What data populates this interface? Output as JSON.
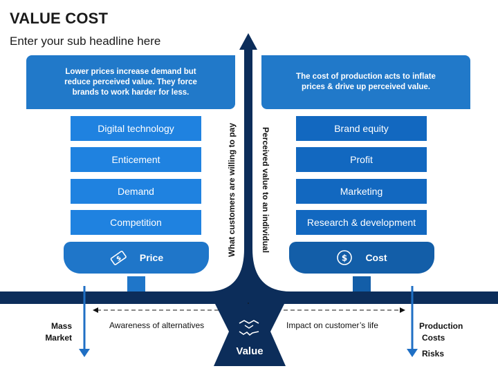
{
  "header": {
    "title": "VALUE COST",
    "subtitle": "Enter your sub headline here"
  },
  "banners": {
    "left": "Lower prices increase demand but reduce perceived value. They force brands to work harder for less.",
    "right": "The cost of production acts to inflate prices & drive up perceived value."
  },
  "left_items": [
    "Digital technology",
    "Enticement",
    "Demand",
    "Competition"
  ],
  "right_items": [
    "Brand equity",
    "Profit",
    "Marketing",
    "Research & development"
  ],
  "price": {
    "label": "Price",
    "icon": "money-icon"
  },
  "cost": {
    "label": "Cost",
    "icon": "dollar-circle-icon"
  },
  "axes": {
    "left_vertical": "What customers are willing to pay",
    "right_vertical": "Perceived value to an individual",
    "left_horizontal": "Awareness of alternatives",
    "right_horizontal": "Impact on customer’s life"
  },
  "bottom": {
    "mass_market": [
      "Mass",
      "Market"
    ],
    "production_costs": [
      "Production",
      "Costs"
    ],
    "risks": "Risks",
    "value": "Value",
    "value_icon": "handshake-icon"
  },
  "colors": {
    "banner": "#2179c9",
    "left_item": "#1f82e0",
    "right_item": "#1268c0",
    "dark_navy": "#0c2d5a",
    "arrow_blue": "#1f6fc4"
  }
}
